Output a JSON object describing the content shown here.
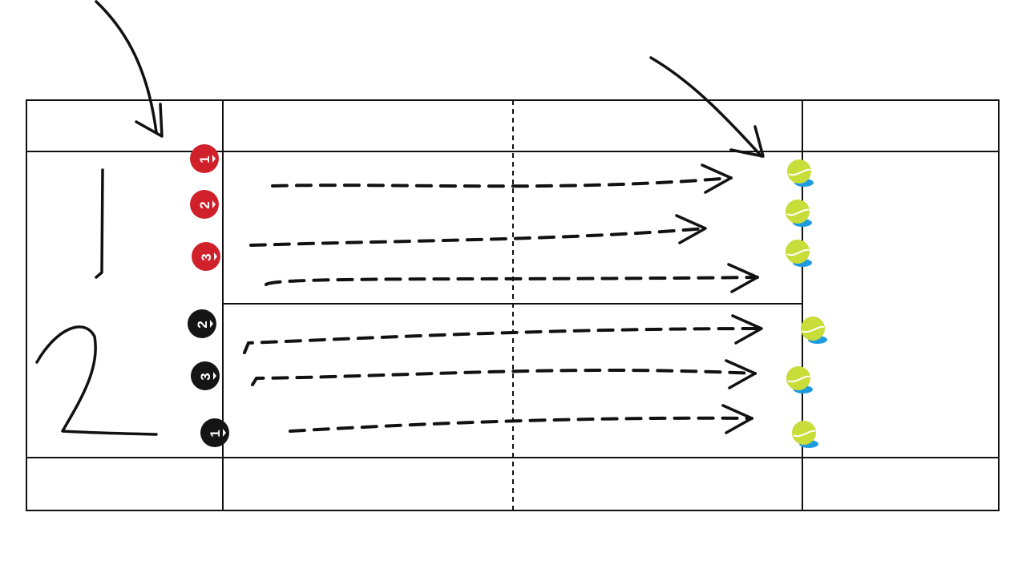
{
  "colors": {
    "team_red": "#d0202a",
    "team_black": "#151515",
    "ball": "#c8dc3a",
    "ball_shadow": "#1e9be0",
    "court_line": "#111111"
  },
  "handwriting": {
    "group_one": "1",
    "group_two": "2"
  },
  "players": [
    {
      "team": "red",
      "label": "1"
    },
    {
      "team": "red",
      "label": "2"
    },
    {
      "team": "red",
      "label": "3"
    },
    {
      "team": "black",
      "label": "2"
    },
    {
      "team": "black",
      "label": "3"
    },
    {
      "team": "black",
      "label": "1"
    }
  ],
  "targets": [
    "tennis-ball",
    "tennis-ball",
    "tennis-ball",
    "tennis-ball",
    "tennis-ball",
    "tennis-ball"
  ]
}
